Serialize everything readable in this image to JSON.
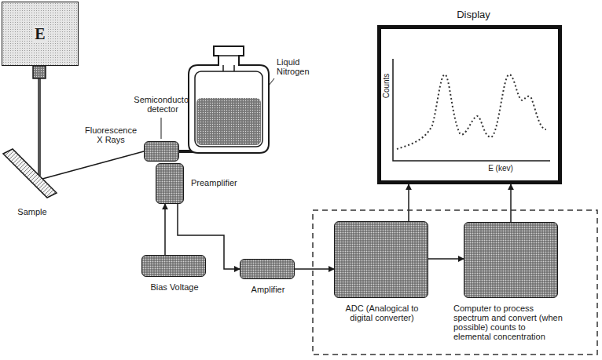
{
  "diagram": {
    "nodes": [
      {
        "text": [
          "E"
        ]
      },
      {
        "text": [
          "Sample"
        ]
      },
      {
        "text": [
          "Semiconductor detector"
        ]
      },
      {
        "text": [
          "Liquid Nitrogen"
        ]
      },
      {
        "text": [
          "Preamplifier"
        ]
      },
      {
        "text": [
          "Bias Voltage"
        ]
      },
      {
        "text": [
          "Amplifier"
        ]
      },
      {
        "text": [
          "ADC (Analogical to digital converter)"
        ]
      },
      {
        "text": [
          "Computer to process spectrum and convert (when possible) counts to elemental concentration"
        ]
      },
      {
        "text": [
          "Display"
        ]
      }
    ],
    "edges": [
      {
        "from": 0,
        "to": 1,
        "arrow": "none"
      },
      {
        "from": 1,
        "to": 2,
        "label": "Fluorescence X Rays",
        "arrow": "none"
      },
      {
        "from": 2,
        "to": 3,
        "arrow": "none"
      },
      {
        "from": 5,
        "to": 4,
        "arrow": "to"
      },
      {
        "from": 4,
        "to": 6,
        "arrow": "to"
      },
      {
        "from": 6,
        "to": 7,
        "arrow": "to"
      },
      {
        "from": 7,
        "to": 8,
        "arrow": "to"
      },
      {
        "from": 7,
        "to": 9,
        "arrow": "to"
      },
      {
        "from": 8,
        "to": 9,
        "arrow": "to"
      }
    ],
    "labels": [
      "Counts",
      "E (kev)"
    ]
  }
}
